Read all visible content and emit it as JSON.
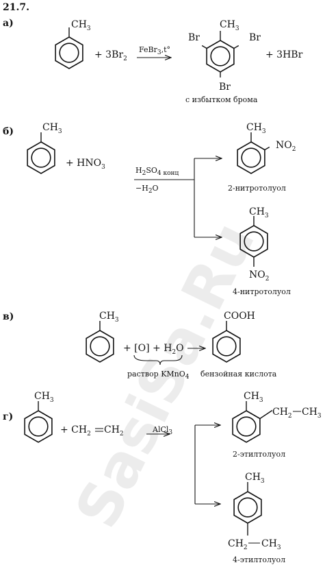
{
  "problem_number": "21.7.",
  "watermark": "SasiSa.Ru",
  "a": {
    "label": "а)",
    "methyl": "CH",
    "methyl_sub": "3",
    "plus1": "+ 3Br",
    "plus1_sub": "2",
    "catalyst": "FeBr",
    "catalyst_sub": "3",
    "catalyst_tail": ",t°",
    "product_methyl": "CH",
    "product_methyl_sub": "3",
    "br_left": "Br",
    "br_right": "Br",
    "br_bottom": "Br",
    "byproduct": "+ 3HBr",
    "note": "с избытком брома"
  },
  "b": {
    "label": "б)",
    "methyl": "CH",
    "methyl_sub": "3",
    "reagent": "+ HNO",
    "reagent_sub": "3",
    "condition1": "H",
    "condition1_sub": "2",
    "condition1_mid": "SO",
    "condition1_sub2": "4 конц",
    "condition2": "−H",
    "condition2_sub": "2",
    "condition2_tail": "O",
    "product1_methyl": "CH",
    "product1_methyl_sub": "3",
    "product1_group": "NO",
    "product1_group_sub": "2",
    "product1_name": "2-нитротолуол",
    "product2_methyl": "CH",
    "product2_methyl_sub": "3",
    "product2_group": "NO",
    "product2_group_sub": "2",
    "product2_name": "4-нитротолуол"
  },
  "v": {
    "label": "в)",
    "methyl": "CH",
    "methyl_sub": "3",
    "oxidant": "+ [O] + H",
    "oxidant_sub": "2",
    "oxidant_tail": "O",
    "reagent_note": "раствор KMnO",
    "reagent_note_sub": "4",
    "product_group": "COOH",
    "product_name": "бензойная кислота"
  },
  "g": {
    "label": "г)",
    "methyl": "CH",
    "methyl_sub": "3",
    "reagent1": "+ CH",
    "reagent1_sub": "2",
    "reagent2": "CH",
    "reagent2_sub": "2",
    "catalyst": "AlCl",
    "catalyst_sub": "3",
    "product1_methyl": "CH",
    "product1_methyl_sub": "3",
    "product1_chain1": "CH",
    "product1_chain1_sub": "2",
    "product1_chain2": "CH",
    "product1_chain2_sub": "3",
    "product1_name": "2-этилтолуол",
    "product2_methyl": "CH",
    "product2_methyl_sub": "3",
    "product2_chain1": "CH",
    "product2_chain1_sub": "2",
    "product2_chain2": "CH",
    "product2_chain2_sub": "3",
    "product2_name": "4-этилтолуол"
  }
}
